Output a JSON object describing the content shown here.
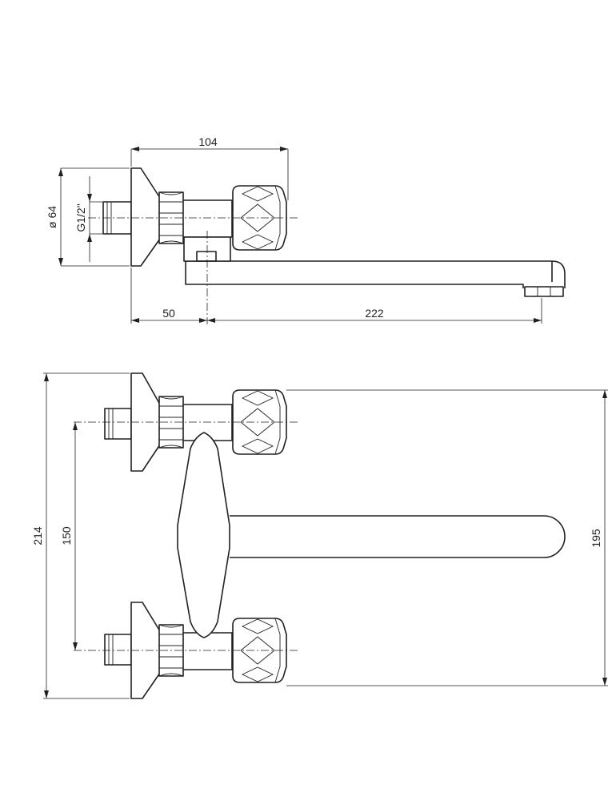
{
  "dimensions": {
    "top_width": "104",
    "flange_diameter": "ø 64",
    "thread": "G1/2\"",
    "wall_to_axis": "50",
    "spout_reach": "222",
    "total_height": "214",
    "inlet_spacing": "150",
    "handle_span": "195"
  }
}
